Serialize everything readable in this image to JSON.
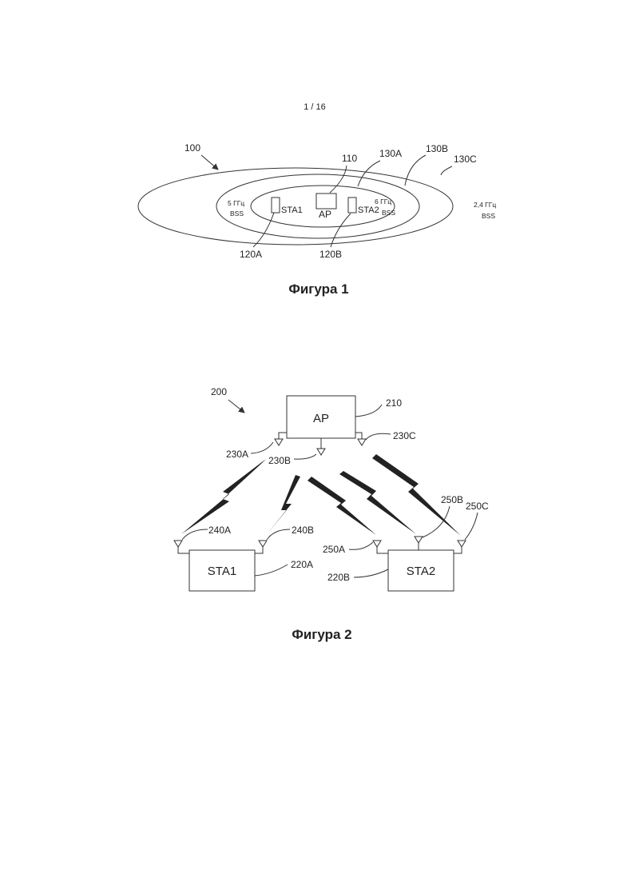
{
  "page_number": "1 / 16",
  "figure1": {
    "caption": "Фигура 1",
    "ref_system": "100",
    "ref_ap": "110",
    "ref_sta1": "120A",
    "ref_sta2": "120B",
    "ref_ring_a": "130A",
    "ref_ring_b": "130B",
    "ref_ring_c": "130C",
    "ap_label": "AP",
    "sta1_label": "STA1",
    "sta2_label": "STA2",
    "bss_5_line1": "5 ГГц",
    "bss_5_line2": "BSS",
    "bss_6_line1": "6 ГГц",
    "bss_6_line2": "BSS",
    "bss_24_line1": "2,4 ГГц",
    "bss_24_line2": "BSS"
  },
  "figure2": {
    "caption": "Фигура 2",
    "ref_system": "200",
    "ap_label": "AP",
    "ref_ap": "210",
    "sta1_label": "STA1",
    "ref_sta1": "220A",
    "sta2_label": "STA2",
    "ref_sta2": "220B",
    "ref_ant_ap_a": "230A",
    "ref_ant_ap_b": "230B",
    "ref_ant_ap_c": "230C",
    "ref_ant_sta1_a": "240A",
    "ref_ant_sta1_b": "240B",
    "ref_ant_sta2_a": "250A",
    "ref_ant_sta2_b": "250B",
    "ref_ant_sta2_c": "250C"
  }
}
